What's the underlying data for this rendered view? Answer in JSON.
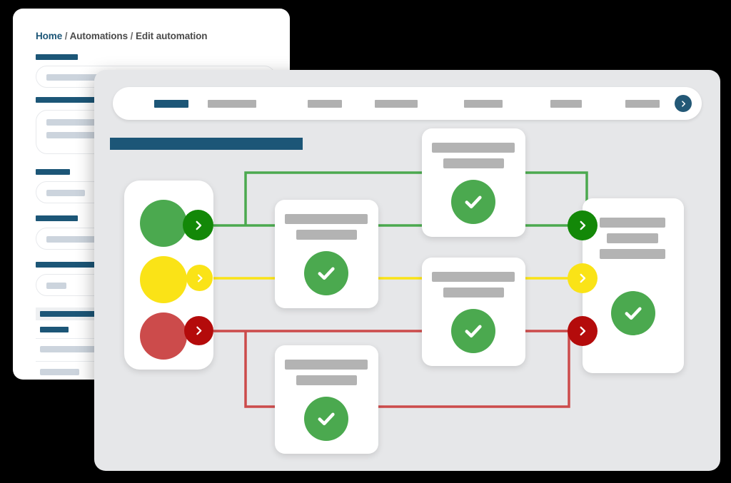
{
  "back_window": {
    "name": "automation-editor-panel",
    "breadcrumb": {
      "home": "Home",
      "sep1": "/",
      "section": "Automations",
      "sep2": "/",
      "current": "Edit automation"
    },
    "sections": [
      {
        "label_placeholder": "",
        "field_placeholder": ""
      },
      {
        "label_placeholder": "",
        "field_placeholder": ""
      },
      {
        "label_placeholder": "",
        "field_placeholder": ""
      },
      {
        "label_placeholder": "",
        "field_placeholder": ""
      },
      {
        "label_placeholder": "",
        "field_placeholder": ""
      }
    ],
    "list": {
      "header_placeholder": "",
      "rows": 2
    }
  },
  "front_window": {
    "name": "automation-flow-canvas",
    "navbar": {
      "items": [
        {
          "label": "",
          "active": true,
          "width": 48
        },
        {
          "label": "",
          "active": false,
          "width": 68
        },
        {
          "label": "",
          "active": false,
          "width": 48
        },
        {
          "label": "",
          "active": false,
          "width": 60
        },
        {
          "label": "",
          "active": false,
          "width": 54
        },
        {
          "label": "",
          "active": false,
          "width": 44
        },
        {
          "label": "",
          "active": false,
          "width": 48
        }
      ],
      "more_icon": "chevron-right-icon"
    },
    "page_title": "",
    "flow": {
      "trigger": {
        "name": "traffic-light-trigger",
        "lamps": [
          {
            "status": "green",
            "color": "#4BA94F"
          },
          {
            "status": "yellow",
            "color": "#FAE317"
          },
          {
            "status": "red",
            "color": "#CC4B4B"
          }
        ]
      },
      "branches": [
        {
          "status": "green",
          "line_color": "#4BA94F",
          "button_color": "#138808",
          "icon": "chevron-right-icon"
        },
        {
          "status": "yellow",
          "line_color": "#FAE317",
          "button_color": "#FAE317",
          "icon": "chevron-right-icon"
        },
        {
          "status": "red",
          "line_color": "#CC4B4B",
          "button_color": "#B40B0B",
          "icon": "chevron-right-icon"
        }
      ],
      "nodes": [
        {
          "id": "node-top",
          "bars": 2,
          "check": true,
          "icon": "check-circle-icon"
        },
        {
          "id": "node-mid-left",
          "bars": 2,
          "check": true,
          "icon": "check-circle-icon"
        },
        {
          "id": "node-mid-right",
          "bars": 2,
          "check": true,
          "icon": "check-circle-icon"
        },
        {
          "id": "node-bottom",
          "bars": 2,
          "check": true,
          "icon": "check-circle-icon"
        },
        {
          "id": "node-result",
          "bars": 3,
          "check": true,
          "icon": "check-circle-icon"
        }
      ],
      "output_buttons": [
        {
          "status": "green",
          "color": "#138808",
          "icon": "chevron-right-icon"
        },
        {
          "status": "yellow",
          "color": "#FAE317",
          "icon": "chevron-right-icon"
        },
        {
          "status": "red",
          "color": "#B40B0B",
          "icon": "chevron-right-icon"
        }
      ]
    }
  },
  "colors": {
    "brand_navy": "#1C5677",
    "green": "#4BA94F",
    "green_dark": "#138808",
    "yellow": "#FAE317",
    "red": "#CC4B4B",
    "red_dark": "#B40B0B",
    "canvas_gray": "#e6e7e9",
    "skeleton_gray": "#b3b3b3",
    "skeleton_blue_gray": "#ccd4dd"
  }
}
